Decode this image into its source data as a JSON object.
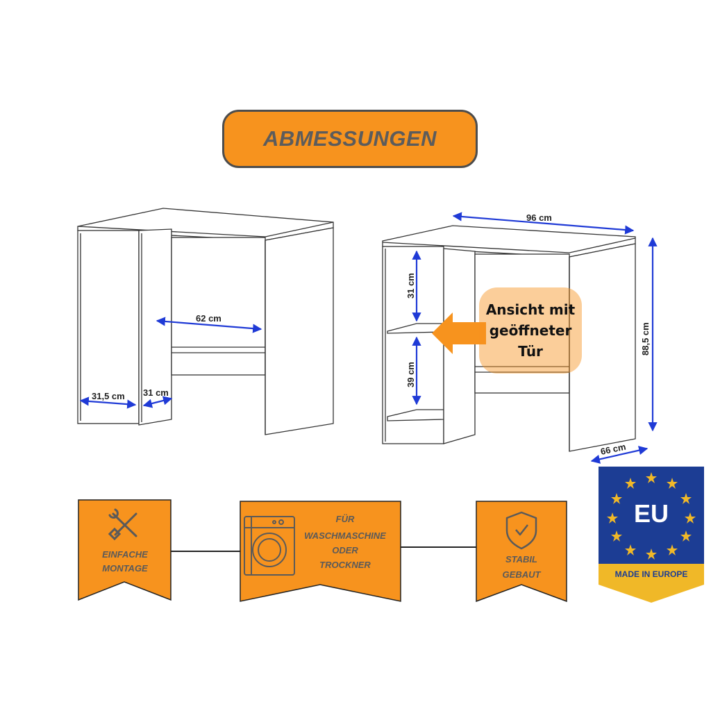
{
  "title": "ABMESSUNGEN",
  "dimensions": {
    "left_inner_width": "62 cm",
    "left_cabinet_width": "31,5 cm",
    "left_shelf_width": "31 cm",
    "total_width": "96 cm",
    "upper_shelf_height": "31 cm",
    "lower_shelf_height": "39 cm",
    "total_height": "88,5 cm",
    "depth": "66 cm"
  },
  "callout": {
    "line1": "Ansicht mit",
    "line2": "geöffneter",
    "line3": "Tür"
  },
  "badges": {
    "assembly": {
      "line1": "EINFACHE",
      "line2": "MONTAGE",
      "icon": "tools-icon"
    },
    "washer": {
      "line1": "FÜR",
      "line2": "WASCHMASCHINE",
      "line3": "ODER",
      "line4": "TROCKNER",
      "icon": "washing-machine-icon"
    },
    "stable": {
      "line1": "STABIL",
      "line2": "GEBAUT",
      "icon": "shield-check-icon"
    }
  },
  "eu": {
    "label": "EU",
    "caption": "MADE IN EUROPE",
    "icon": "eu-flag-icon"
  },
  "colors": {
    "accent": "#f7931e",
    "arrow": "#1f3ad6",
    "eu_blue": "#1c3d94",
    "eu_gold": "#f0b828",
    "outline": "#333333"
  }
}
